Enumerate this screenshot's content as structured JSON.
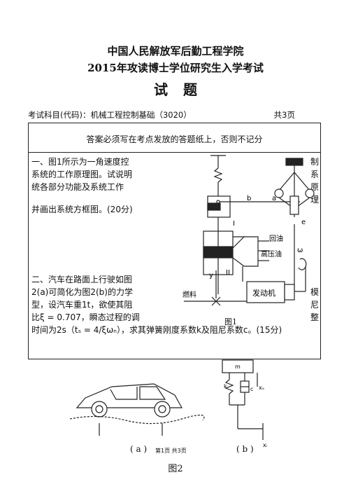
{
  "header": {
    "school": "中国人民解放军后勤工程学院",
    "exam": "2015年攻读博士学位研究生入学考试",
    "title": "试题"
  },
  "subject": {
    "text": "考试科目(代码)：机械工程控制基础（3020）",
    "pages": "共3页"
  },
  "notice": "答案必须写在考点发放的答题纸上，否则不记分",
  "question1": {
    "lines": [
      "一、图1所示为一角速度控",
      "系统的工作原理图。试说明",
      "统各部分功能及系统工作",
      "并画出系统方框图。(20分)"
    ],
    "side_chars": [
      "制",
      "系",
      "原",
      "理"
    ]
  },
  "figure1": {
    "caption": "图1",
    "labels": {
      "I": "I",
      "II": "II",
      "b": "b",
      "a": "a",
      "e": "e",
      "return_oil": "回油",
      "high_oil": "高压油",
      "omega": "ω",
      "y": "y",
      "fuel": "燃料",
      "engine": "发动机"
    }
  },
  "question2": {
    "lines": [
      "二、汽车在路面上行驶如图",
      "2(a)可简化为图2(b)的力学",
      "型，设汽车重1t，欲使其阻",
      "比ξ = 0.707，瞬态过程的调",
      "时间为2s（tₛ = 4/ξωₙ），求其弹簧刚度系数k及阻尼系数c。(15分)"
    ],
    "side_chars": [
      "模",
      "尼",
      "整"
    ]
  },
  "figure2": {
    "caption": "图2",
    "label_a": "( a )",
    "label_b": "( b )",
    "labels": {
      "m": "m",
      "k": "k",
      "c": "c",
      "xo": "xₒ",
      "xi": "xᵢ"
    }
  },
  "footer": "第1页 共3页"
}
